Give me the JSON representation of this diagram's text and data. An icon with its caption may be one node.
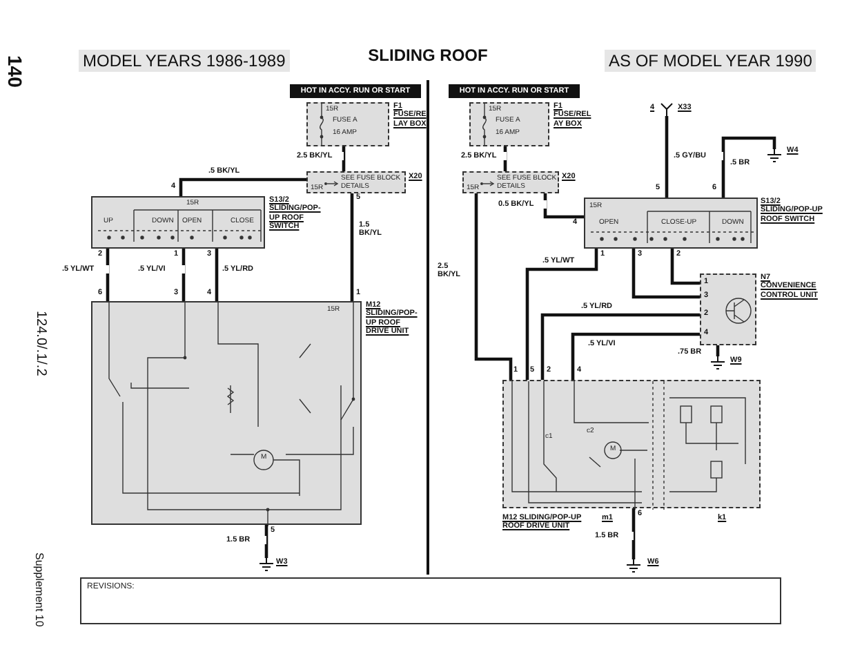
{
  "diagram": {
    "title": "SLIDING ROOF",
    "nodes": [
      {
        "text": [
          "HOT IN ACCY. RUN OR START"
        ]
      },
      {
        "text": [
          "15R",
          "FUSE A",
          "16 AMP"
        ],
        "beside": [
          "F1 FUSE/RELAY BOX"
        ]
      },
      {
        "text": [
          "15R",
          "SEE FUSE BLOCK DETAILS"
        ],
        "beside": [
          "X20"
        ]
      },
      {
        "text": [
          "15R",
          "UP",
          "DOWN",
          "OPEN",
          "CLOSE"
        ],
        "beside": [
          "S13/2 SLIDING/POP-UP ROOF SWITCH"
        ]
      },
      {
        "text": [
          "15R",
          "M"
        ],
        "beside": [
          "M12 SLIDING/POP-UP ROOF DRIVE UNIT"
        ]
      },
      {
        "text": [],
        "shape": "ground",
        "beside": [
          "W3"
        ]
      },
      {
        "text": [
          "HOT IN ACCY. RUN OR START"
        ]
      },
      {
        "text": [
          "15R",
          "FUSE A",
          "16 AMP"
        ],
        "beside": [
          "F1 FUSE/RELAY BOX"
        ]
      },
      {
        "text": [
          "15R",
          "SEE FUSE BLOCK DETAILS"
        ],
        "beside": [
          "X20"
        ]
      },
      {
        "text": [],
        "shape": "connector",
        "beside": [
          "4",
          "X33"
        ]
      },
      {
        "text": [],
        "shape": "ground",
        "beside": [
          "W4"
        ]
      },
      {
        "text": [
          "15R",
          "OPEN",
          "CLOSE-UP",
          "DOWN"
        ],
        "beside": [
          "S13/2 SLIDING/POP-UP ROOF SWITCH"
        ]
      },
      {
        "text": [],
        "shape": "box",
        "beside": [
          "N7 CONVENIENCE CONTROL UNIT"
        ]
      },
      {
        "text": [],
        "shape": "ground",
        "beside": [
          "W9"
        ]
      },
      {
        "text": [
          "c1",
          "c2",
          "M"
        ],
        "beside": [
          "M12 SLIDING/POP-UP ROOF DRIVE UNIT",
          "m1",
          "k1"
        ]
      },
      {
        "text": [],
        "shape": "ground",
        "beside": [
          "W6"
        ]
      },
      {
        "text": [
          "REVISIONS:"
        ]
      }
    ],
    "edges": [
      {
        "from": 1,
        "to": 2,
        "arrow": "none",
        "label": "2.5 BK/YL"
      },
      {
        "from": 2,
        "to": 3,
        "arrow": "none",
        "label": ".5 BK/YL"
      },
      {
        "from": 2,
        "to": 4,
        "arrow": "none",
        "label": "1.5 BK/YL"
      },
      {
        "from": 3,
        "to": 4,
        "arrow": "none",
        "label": ".5 YL/WT"
      },
      {
        "from": 3,
        "to": 4,
        "arrow": "none",
        "label": ".5 YL/VI"
      },
      {
        "from": 3,
        "to": 4,
        "arrow": "none",
        "label": ".5 YL/RD"
      },
      {
        "from": 4,
        "to": 5,
        "arrow": "none",
        "label": "1.5 BR"
      },
      {
        "from": 7,
        "to": 8,
        "arrow": "none",
        "label": "2.5 BK/YL"
      },
      {
        "from": 8,
        "to": 14,
        "arrow": "none",
        "label": "2.5 BK/YL"
      },
      {
        "from": 8,
        "to": 11,
        "arrow": "none",
        "label": "0.5 BK/YL"
      },
      {
        "from": 9,
        "to": 11,
        "arrow": "none",
        "label": ".5 GY/BU"
      },
      {
        "from": 11,
        "to": 10,
        "arrow": "none",
        "label": ".5 BR"
      },
      {
        "from": 11,
        "to": 14,
        "arrow": "none",
        "label": ".5 YL/WT"
      },
      {
        "from": 11,
        "to": 12,
        "arrow": "none"
      },
      {
        "from": 11,
        "to": 12,
        "arrow": "none"
      },
      {
        "from": 12,
        "to": 14,
        "arrow": "none",
        "label": ".5 YL/RD"
      },
      {
        "from": 12,
        "to": 14,
        "arrow": "none",
        "label": ".5 YL/VI"
      },
      {
        "from": 12,
        "to": 13,
        "arrow": "none",
        "label": ".75 BR"
      },
      {
        "from": 14,
        "to": 15,
        "arrow": "none",
        "label": "1.5 BR"
      }
    ],
    "labels": [
      "MODEL YEARS 1986-1989",
      "AS OF MODEL YEAR 1990",
      "140",
      "124.0/.1/.2",
      "Supplement 10",
      "4",
      "2",
      "1",
      "3",
      "5",
      "6",
      "3",
      "4",
      "1",
      "5",
      "5",
      "6",
      "4",
      "1",
      "3",
      "2",
      "1",
      "3",
      "2",
      "4",
      "1",
      "5",
      "2",
      "4",
      "6"
    ]
  }
}
